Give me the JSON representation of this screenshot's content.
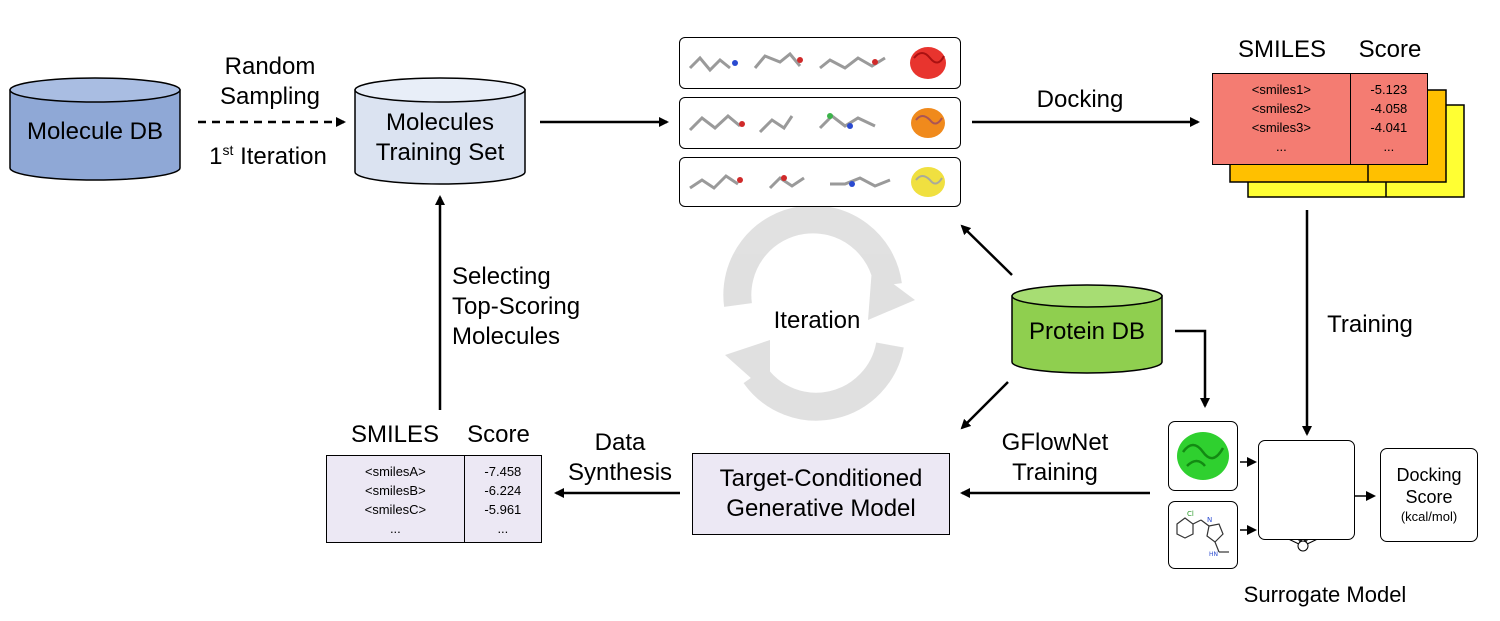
{
  "molecule_db": {
    "label": "Molecule DB"
  },
  "random_sampling": {
    "line1": "Random",
    "line2": "Sampling",
    "iter_num": "1",
    "iter_sup": "st",
    "iter_word": " Iteration"
  },
  "training_set": {
    "line1": "Molecules",
    "line2": "Training Set"
  },
  "docking": {
    "label": "Docking"
  },
  "docked_table": {
    "header_smiles": "SMILES",
    "header_score": "Score",
    "smiles": [
      "<smiles1>",
      "<smiles2>",
      "<smiles3>",
      "..."
    ],
    "scores": [
      "-5.123",
      "-4.058",
      "-4.041",
      "..."
    ]
  },
  "training": {
    "label": "Training"
  },
  "iteration": {
    "label": "Iteration"
  },
  "protein_db": {
    "label": "Protein DB"
  },
  "selecting": {
    "line1": "Selecting",
    "line2": "Top-Scoring",
    "line3": "Molecules"
  },
  "generated_table": {
    "header_smiles": "SMILES",
    "header_score": "Score",
    "smiles": [
      "<smilesA>",
      "<smilesB>",
      "<smilesC>",
      "..."
    ],
    "scores": [
      "-7.458",
      "-6.224",
      "-5.961",
      "..."
    ]
  },
  "data_synthesis": {
    "line1": "Data",
    "line2": "Synthesis"
  },
  "generative_model": {
    "line1": "Target-Conditioned",
    "line2": "Generative Model"
  },
  "gflownet": {
    "line1": "GFlowNet",
    "line2": "Training"
  },
  "surrogate": {
    "output_line1": "Docking",
    "output_line2": "Score",
    "output_unit": "(kcal/mol)",
    "label": "Surrogate Model"
  },
  "colors": {
    "molecule_db": "#8fa8d6",
    "training_set": "#dbe3f1",
    "protein_db": "#8fcf4f",
    "docked_front": "#f47c72",
    "docked_mid": "#ffc000",
    "docked_back": "#ffff33",
    "generated_table": "#ece8f4",
    "generative_model": "#ece8f4"
  }
}
